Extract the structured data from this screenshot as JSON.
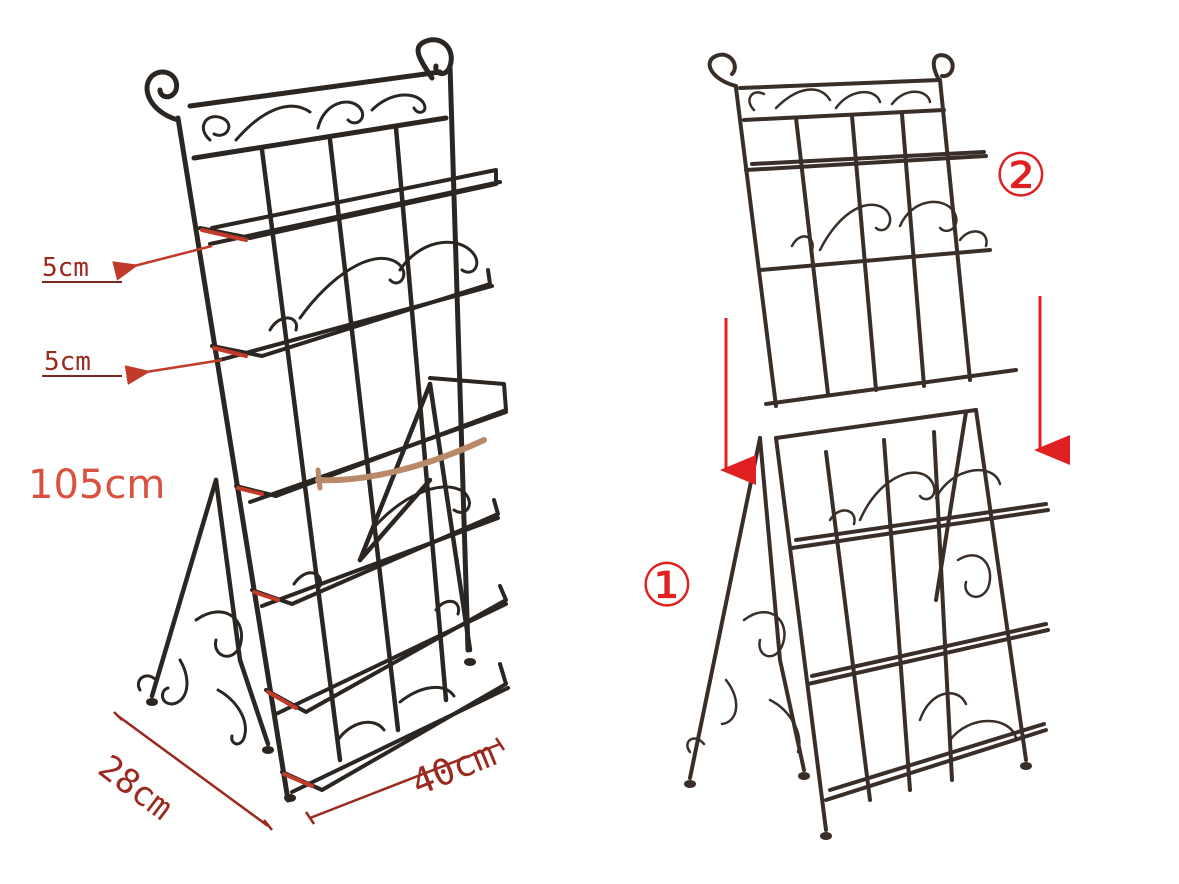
{
  "dimensions": {
    "shelf_spacing_upper": "5cm",
    "shelf_spacing_lower": "5cm",
    "height": "105cm",
    "depth": "28cm",
    "width": "40cm"
  },
  "steps": {
    "step_one": "①",
    "step_two": "②"
  },
  "colors": {
    "frame": "#2b2622",
    "dimension_text": "#9a2a20",
    "height_text": "#d9523f",
    "dimension_arrow": "#c23a2a",
    "assembly_arrow": "#e02020",
    "bracket": "#b98a6a"
  }
}
